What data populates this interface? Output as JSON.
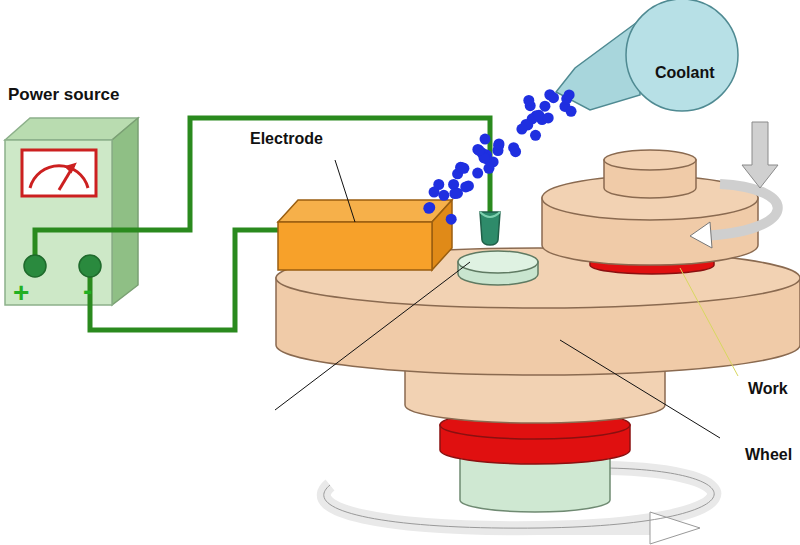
{
  "diagram": {
    "labels": [
      "Power source",
      "Electrode",
      "Coolant",
      "Work",
      "Wheel",
      "+",
      "-"
    ]
  }
}
